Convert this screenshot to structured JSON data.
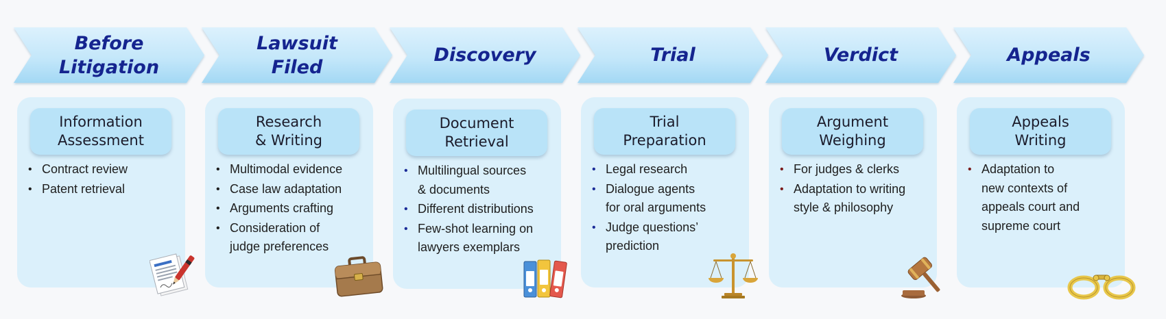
{
  "stages": [
    {
      "title": "Before\nLitigation",
      "task": "Information\nAssessment",
      "bullets": [
        "Contract review",
        "Patent retrieval"
      ],
      "icon": "document-pen-icon"
    },
    {
      "title": "Lawsuit\nFiled",
      "task": "Research\n& Writing",
      "bullets": [
        "Multimodal evidence",
        "Case law adaptation",
        "Arguments crafting",
        "Consideration of\njudge preferences"
      ],
      "icon": "briefcase-icon"
    },
    {
      "title": "Discovery",
      "task": "Document\nRetrieval",
      "bullets": [
        "Multilingual sources\n& documents",
        "Different distributions",
        "Few-shot learning on\nlawyers exemplars"
      ],
      "icon": "binders-icon"
    },
    {
      "title": "Trial",
      "task": "Trial\nPreparation",
      "bullets": [
        "Legal research",
        "Dialogue agents\nfor oral arguments",
        "Judge questions’\nprediction"
      ],
      "icon": "scales-icon"
    },
    {
      "title": "Verdict",
      "task": "Argument\nWeighing",
      "bullets": [
        "For judges & clerks",
        "Adaptation to writing\nstyle & philosophy"
      ],
      "icon": "gavel-icon"
    },
    {
      "title": "Appeals",
      "task": "Appeals\nWriting",
      "bullets": [
        "Adaptation to\nnew contexts of\nappeals court and\nsupreme court"
      ],
      "icon": "handcuffs-icon"
    }
  ],
  "colors": {
    "chevron_top": "#dcf1fd",
    "chevron_bottom": "#a9dcf6",
    "title_text": "#15248f",
    "card_bg": "#dbf0fb",
    "pill_bg": "#b9e3f8"
  }
}
